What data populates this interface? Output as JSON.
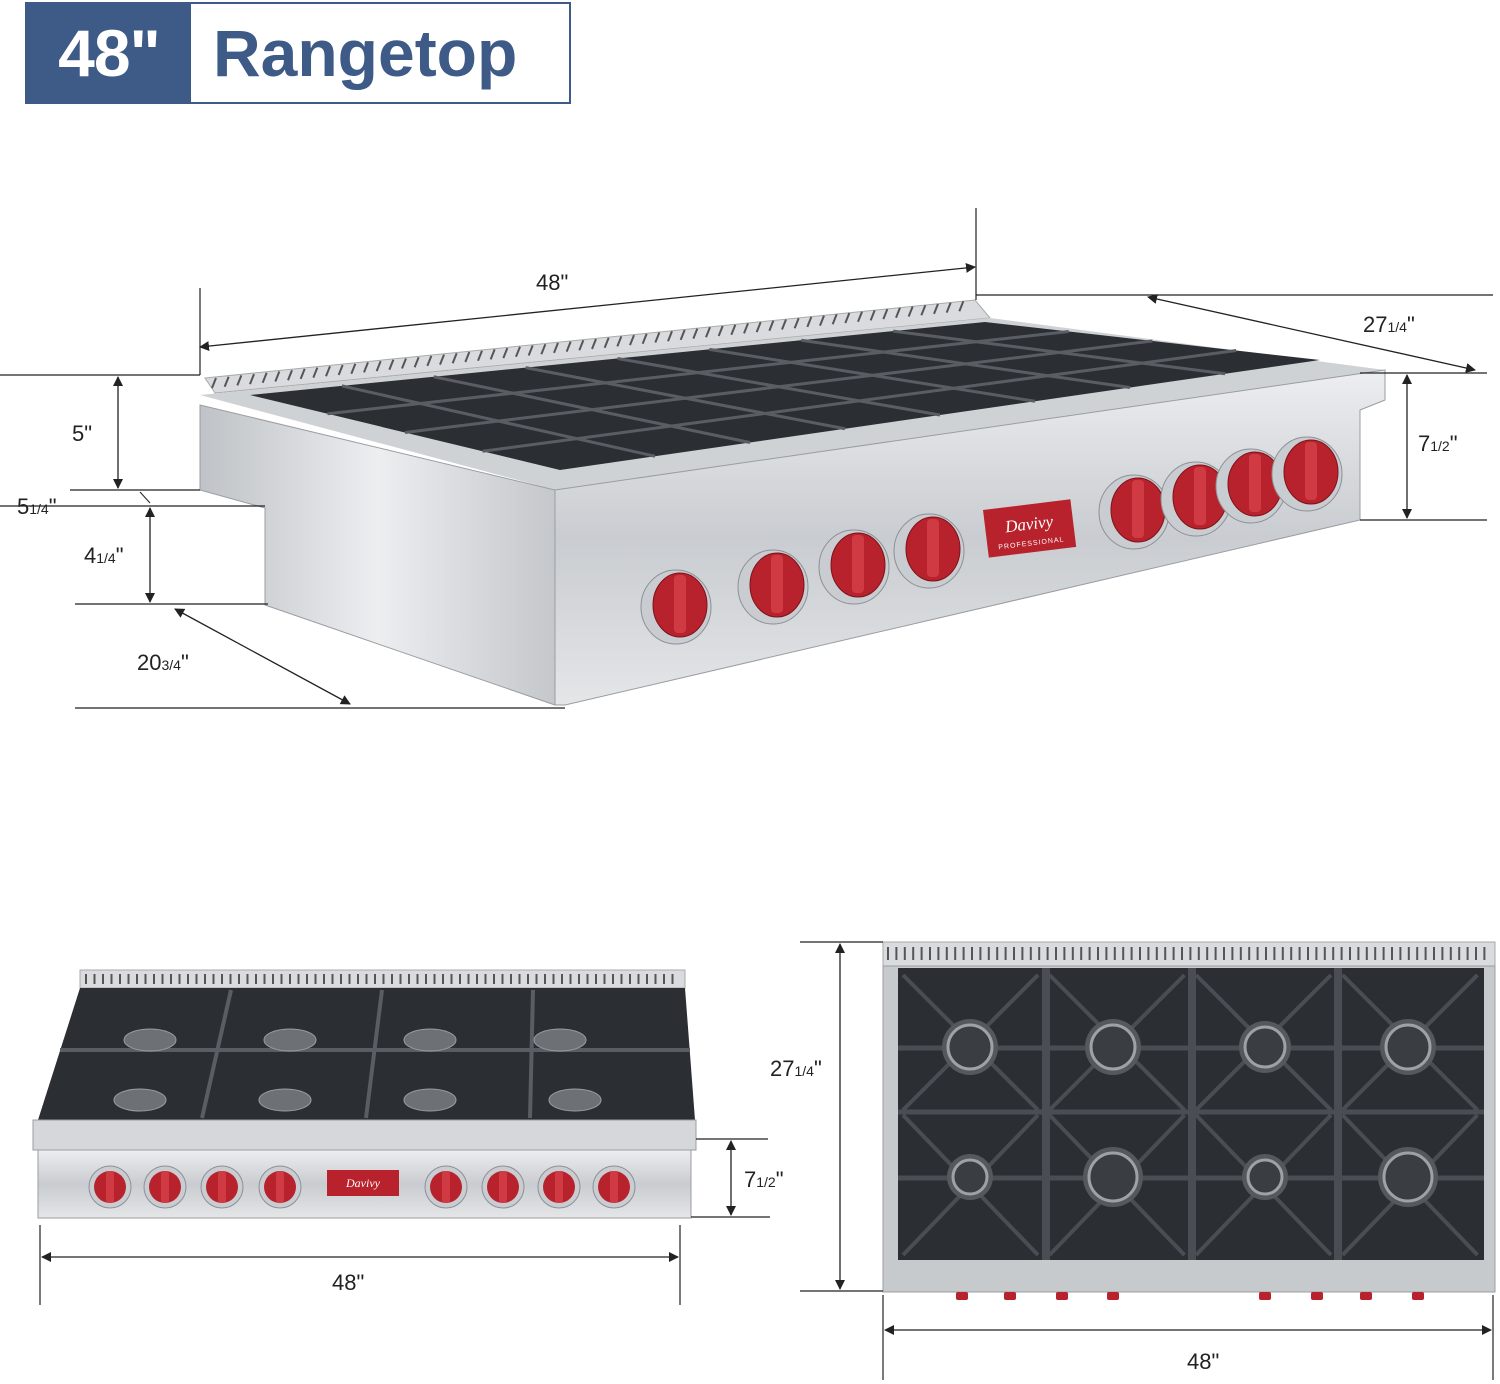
{
  "title": {
    "size": "48\"",
    "name": "Rangetop"
  },
  "brand": {
    "name": "Davivy",
    "tagline": "PROFESSIONAL"
  },
  "colors": {
    "accent": "#3e5a86",
    "knob": "#b8222c",
    "steel": "#d6d8db",
    "grate": "#2b2e33"
  },
  "angled_view": {
    "width": "48\"",
    "depth": {
      "whole": "27",
      "frac": "1/4",
      "unit": "\""
    },
    "height": {
      "whole": "7",
      "frac": "1/2",
      "unit": "\""
    },
    "top_height": "5\"",
    "step": {
      "whole": "5",
      "frac": "1/4",
      "unit": "\""
    },
    "base_height": {
      "whole": "4",
      "frac": "1/4",
      "unit": "\""
    },
    "base_depth": {
      "whole": "20",
      "frac": "3/4",
      "unit": "\""
    }
  },
  "front_view": {
    "height": {
      "whole": "7",
      "frac": "1/2",
      "unit": "\""
    },
    "width": "48\""
  },
  "top_view": {
    "depth": {
      "whole": "27",
      "frac": "1/4",
      "unit": "\""
    },
    "width": "48\""
  },
  "burners": 8,
  "knobs": 8
}
